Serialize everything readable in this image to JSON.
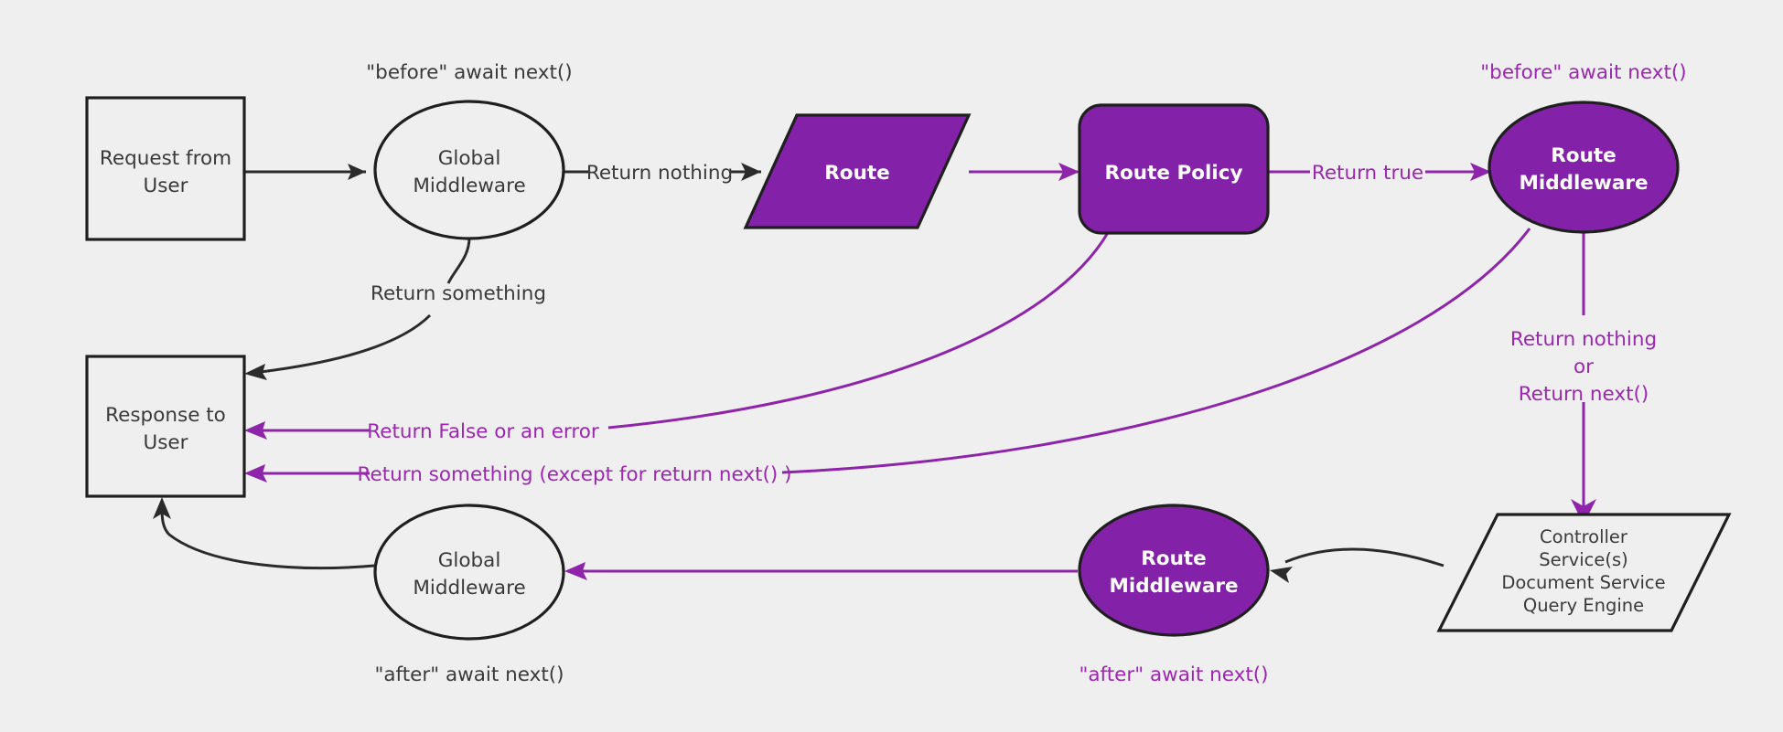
{
  "diagram": {
    "title": "Request lifecycle middleware flow",
    "background_color": "#efefef",
    "accent_color": "#8321a8",
    "accent_text_color": "#9c27b0",
    "dark_color": "#2b2b2b"
  },
  "nodes": {
    "request": {
      "line1": "Request from",
      "line2": "User",
      "shape": "rectangle",
      "style": "light"
    },
    "global_mw_top": {
      "line1": "Global",
      "line2": "Middleware",
      "shape": "ellipse",
      "style": "light"
    },
    "route": {
      "line1": "Route",
      "shape": "parallelogram",
      "style": "purple"
    },
    "route_policy": {
      "line1": "Route Policy",
      "shape": "rounded-rectangle",
      "style": "purple"
    },
    "route_mw_top": {
      "line1": "Route",
      "line2": "Middleware",
      "shape": "ellipse",
      "style": "purple"
    },
    "controller": {
      "lines": [
        "Controller",
        "Service(s)",
        "Document Service",
        "Query Engine"
      ],
      "shape": "parallelogram",
      "style": "light"
    },
    "route_mw_bottom": {
      "line1": "Route",
      "line2": "Middleware",
      "shape": "ellipse",
      "style": "purple"
    },
    "global_mw_bottom": {
      "line1": "Global",
      "line2": "Middleware",
      "shape": "ellipse",
      "style": "light"
    },
    "response": {
      "line1": "Response to",
      "line2": "User",
      "shape": "rectangle",
      "style": "light"
    }
  },
  "annotations": {
    "before_await_next_global": "\"before\" await next()",
    "before_await_next_route": "\"before\" await next()",
    "after_await_next_global": "\"after\" await next()",
    "after_await_next_route": "\"after\" await next()"
  },
  "edges": {
    "request_to_global": {
      "label": "",
      "color": "dark"
    },
    "global_to_route": {
      "label": "Return nothing",
      "color": "dark"
    },
    "global_return_something": {
      "label": "Return something",
      "color": "dark"
    },
    "route_to_policy": {
      "label": "",
      "color": "purple"
    },
    "policy_to_route_mw": {
      "label": "Return true",
      "color": "purple"
    },
    "policy_to_response": {
      "label": "Return False or an error",
      "color": "purple"
    },
    "route_mw_to_response": {
      "label": "Return something (except for return next() )",
      "color": "purple"
    },
    "route_mw_to_controller": {
      "label_line1": "Return nothing",
      "label_line2": "or",
      "label_line3": "Return next()",
      "color": "purple"
    },
    "controller_to_route_mw_bottom": {
      "label": "",
      "color": "dark"
    },
    "route_mw_bottom_to_global_bottom": {
      "label": "",
      "color": "purple"
    },
    "global_bottom_to_response": {
      "label": "",
      "color": "dark"
    }
  }
}
